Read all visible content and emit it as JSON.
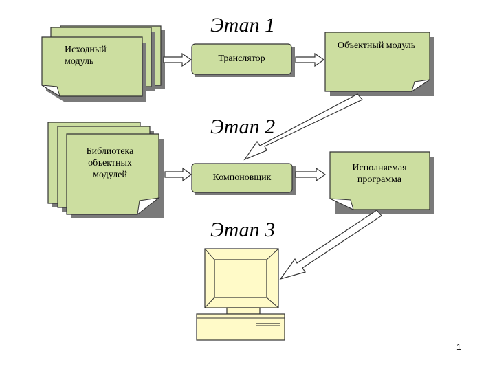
{
  "stages": {
    "stage1": "Этап 1",
    "stage2": "Этап 2",
    "stage3": "Этап 3"
  },
  "documents": {
    "source_module": "Исходный модуль",
    "object_module": "Объектный модуль",
    "object_library": "Библиотека объектных модулей",
    "executable": "Исполняемая программа"
  },
  "processes": {
    "translator": "Транслятор",
    "linker": "Компоновщик"
  },
  "page_number": "1",
  "colors": {
    "box_fill": "#ccdea0",
    "box_border": "#333333",
    "shadow": "#7a7a7a",
    "arrow_fill": "#ffffff",
    "monitor_fill": "#fffac8"
  }
}
